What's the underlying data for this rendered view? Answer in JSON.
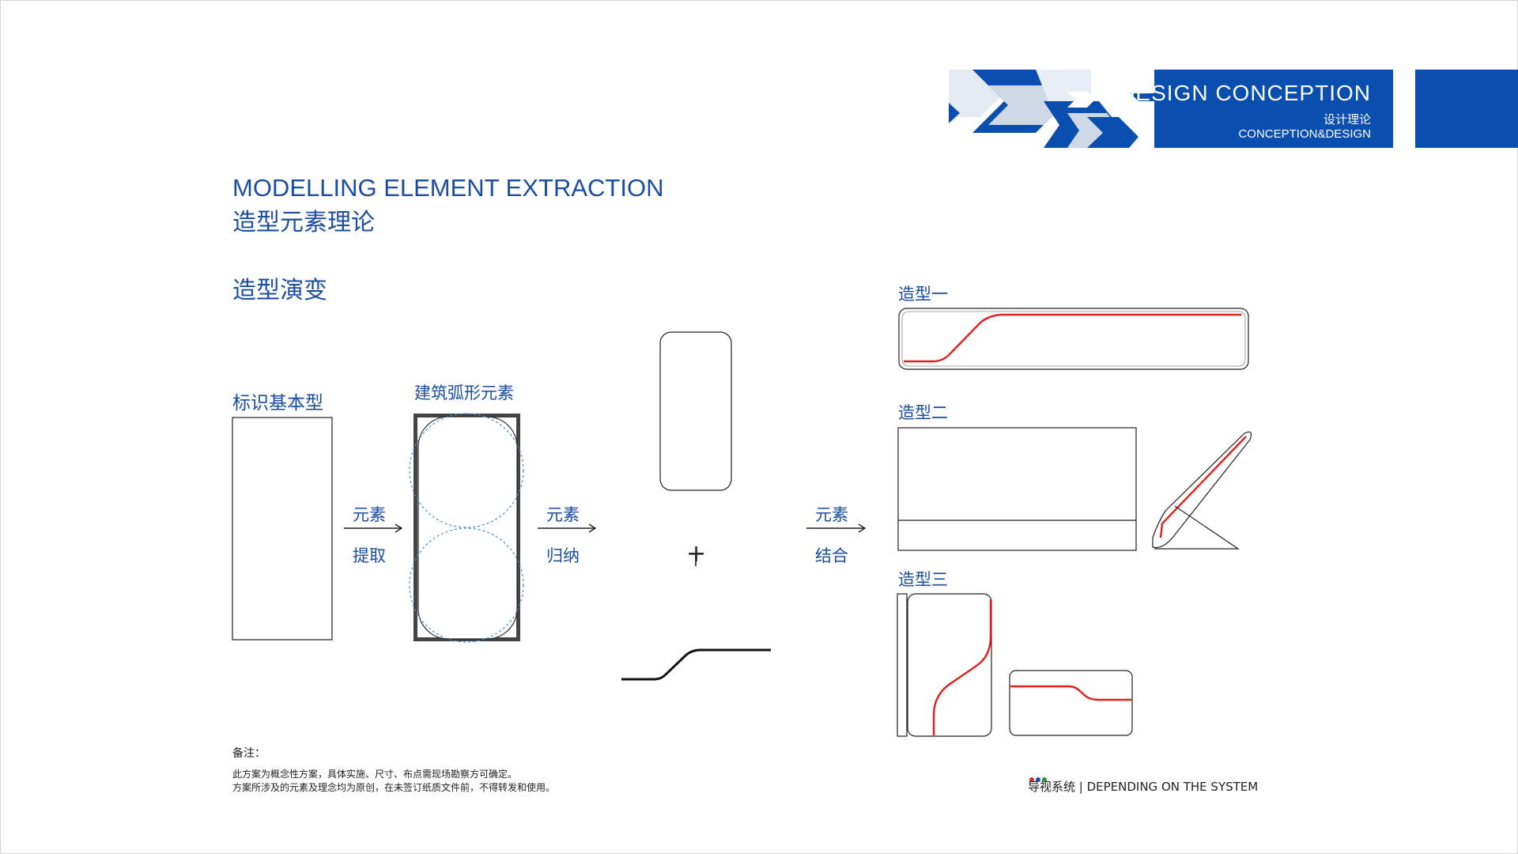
{
  "header": {
    "title": "DESIGN CONCEPTION",
    "subtitle_cn": "设计理论",
    "subtitle_en": "CONCEPTION&DESIGN"
  },
  "page": {
    "title_en": "MODELLING ELEMENT EXTRACTION",
    "title_cn": "造型元素理论",
    "section": "造型演变"
  },
  "diagram": {
    "basic_label": "标识基本型",
    "arc_label": "建筑弧形元素",
    "steps": [
      {
        "top": "元素",
        "bottom": "提取"
      },
      {
        "top": "元素",
        "bottom": "归纳"
      },
      {
        "top": "元素",
        "bottom": "结合"
      }
    ],
    "plus": "+",
    "variants": [
      "造型一",
      "造型二",
      "造型三"
    ]
  },
  "notes": {
    "title": "备注：",
    "lines": [
      "此方案为概念性方案，具体实施、尺寸、布点需现场勘察方可确定。",
      "方案所涉及的元素及理念均为原创，在未签订纸质文件前，不得转发和使用。"
    ]
  },
  "footer": {
    "text": "导视系统 | DEPENDING ON THE SYSTEM",
    "dot_colors": [
      "#d22a2a",
      "#1b4ea1",
      "#2e8b3c"
    ]
  },
  "colors": {
    "brand_blue": "#0a4fb0",
    "text_blue": "#1b4ea1",
    "accent_red": "#e0201e"
  }
}
